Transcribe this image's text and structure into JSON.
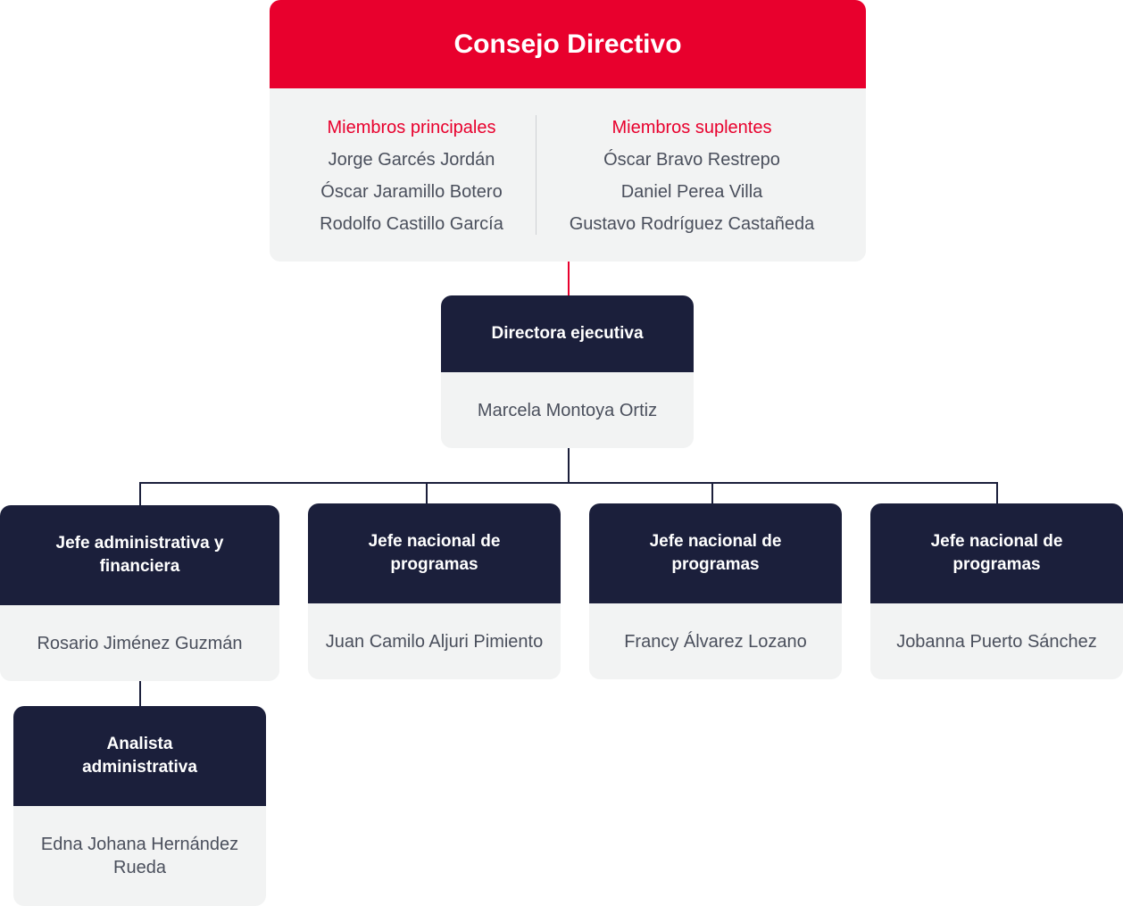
{
  "board": {
    "title": "Consejo Directivo",
    "principal_title": "Miembros principales",
    "principal": [
      "Jorge Garcés Jordán",
      "Óscar Jaramillo Botero",
      "Rodolfo Castillo García"
    ],
    "alternate_title": "Miembros suplentes",
    "alternate": [
      "Óscar Bravo Restrepo",
      "Daniel Perea Villa",
      "Gustavo Rodríguez Castañeda"
    ]
  },
  "director": {
    "role": "Directora ejecutiva",
    "name": "Marcela Montoya Ortiz"
  },
  "units": [
    {
      "role": "Jefe administrativa y financiera",
      "name": "Rosario Jiménez Guzmán"
    },
    {
      "role": "Jefe nacional de programas",
      "name": "Juan Camilo Aljuri Pimiento"
    },
    {
      "role": "Jefe nacional de programas",
      "name": "Francy Álvarez Lozano"
    },
    {
      "role": "Jefe nacional de programas",
      "name": "Jobanna Puerto Sánchez"
    }
  ],
  "analyst": {
    "role": "Analista administrativa",
    "name": "Edna Johana Hernández Rueda"
  },
  "colors": {
    "accent": "#e8002d",
    "header": "#1b1f3b",
    "panel": "#f2f3f3",
    "text": "#4a4f5c"
  }
}
